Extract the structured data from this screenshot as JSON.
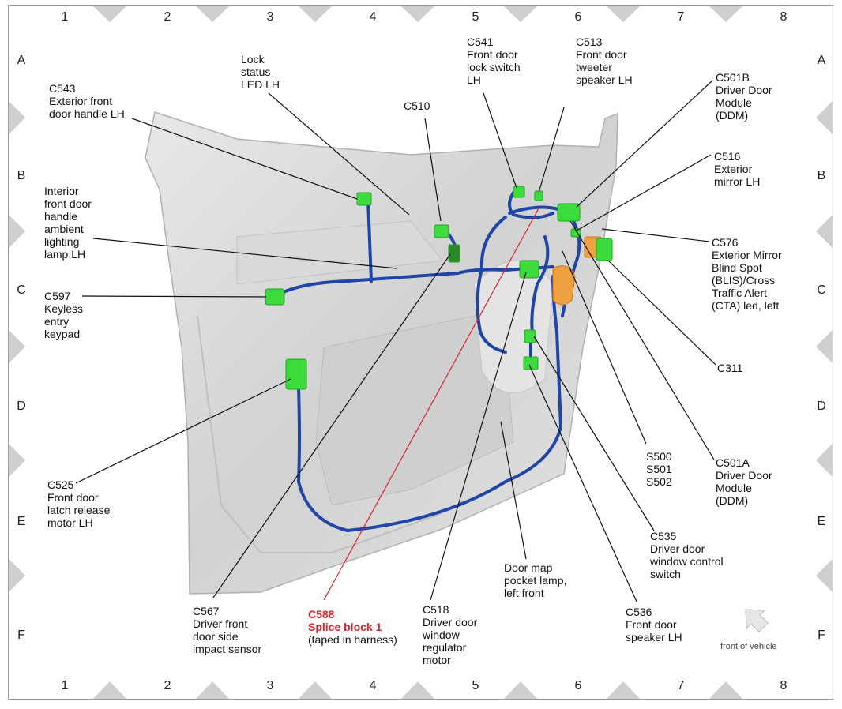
{
  "grid": {
    "columns": [
      "1",
      "2",
      "3",
      "4",
      "5",
      "6",
      "7",
      "8"
    ],
    "rows": [
      "A",
      "B",
      "C",
      "D",
      "E",
      "F"
    ]
  },
  "labels": {
    "c543": [
      "C543",
      "Exterior front",
      "door handle LH"
    ],
    "lock_led": [
      "Lock",
      "status",
      "LED LH"
    ],
    "c510": [
      "C510"
    ],
    "c541": [
      "C541",
      "Front door",
      "lock switch",
      "LH"
    ],
    "c513": [
      "C513",
      "Front door",
      "tweeter",
      "speaker LH"
    ],
    "c501b": [
      "C501B",
      "Driver Door",
      "Module",
      "(DDM)"
    ],
    "c516": [
      "C516",
      "Exterior",
      "mirror LH"
    ],
    "ambient": [
      "Interior",
      "front door",
      "handle",
      "ambient",
      "lighting",
      "lamp LH"
    ],
    "c576": [
      "C576",
      "Exterior Mirror",
      "Blind Spot",
      "(BLIS)/Cross",
      "Traffic Alert",
      "(CTA) led, left"
    ],
    "c597": [
      "C597",
      "Keyless",
      "entry",
      "keypad"
    ],
    "c311": [
      "C311"
    ],
    "s500": [
      "S500",
      "S501",
      "S502"
    ],
    "c501a": [
      "C501A",
      "Driver Door",
      "Module",
      "(DDM)"
    ],
    "c525": [
      "C525",
      "Front door",
      "latch release",
      "motor LH"
    ],
    "c535": [
      "C535",
      "Driver door",
      "window control",
      "switch"
    ],
    "map_lamp": [
      "Door map",
      "pocket lamp,",
      "left front"
    ],
    "c567": [
      "C567",
      "Driver front",
      "door side",
      "impact sensor"
    ],
    "c588_title": [
      "C588",
      "Splice block 1"
    ],
    "c588_note": "(taped in harness)",
    "c518": [
      "C518",
      "Driver door",
      "window",
      "regulator",
      "motor"
    ],
    "c536": [
      "C536",
      "Front door",
      "speaker LH"
    ]
  },
  "front_of_vehicle": "front of vehicle",
  "colors": {
    "connector": "#3ddc3d",
    "harness": "#1f45a8",
    "splice_leader": "#d8232a",
    "orange_part": "#f0a040",
    "door_panel": "#dcdcdc"
  }
}
